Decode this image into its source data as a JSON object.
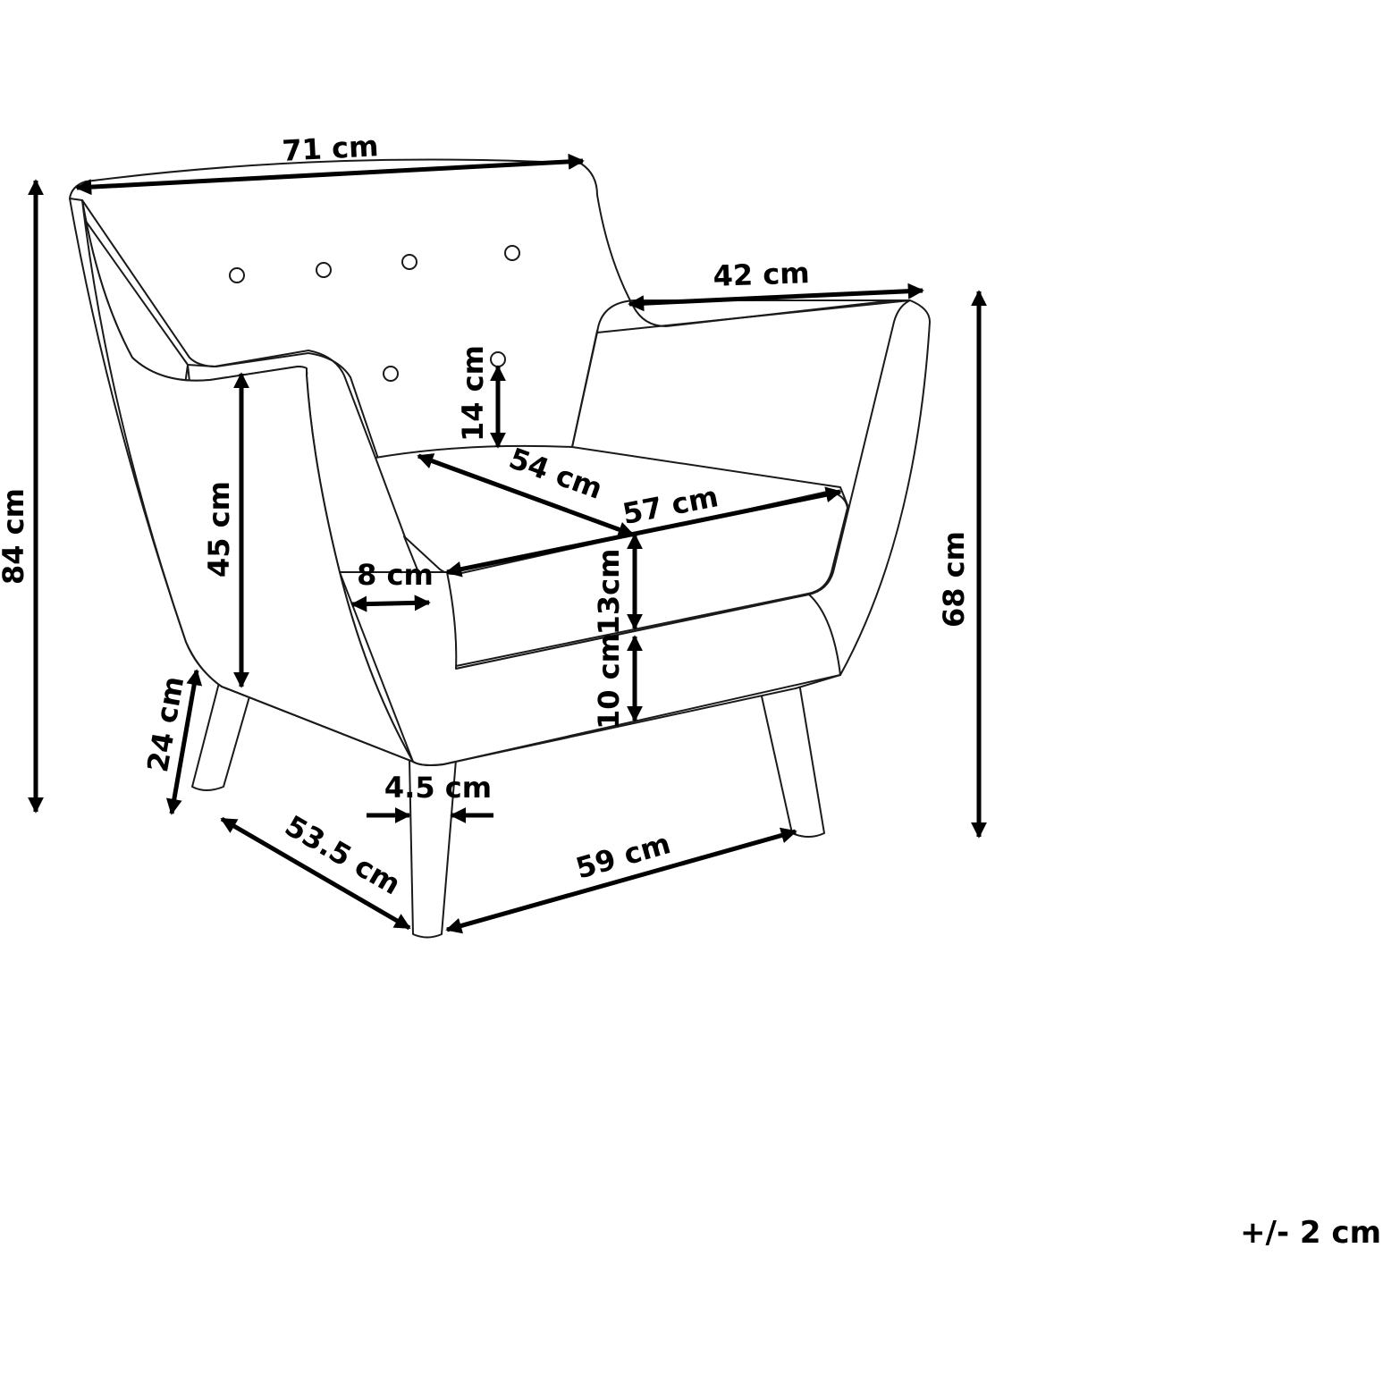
{
  "dimensions": {
    "total_width": "71 cm",
    "total_height": "84 cm",
    "armrest_depth": "42 cm",
    "armrest_height": "68 cm",
    "backrest_above_seat": "14 cm",
    "seat_depth": "54 cm",
    "seat_width": "57 cm",
    "arm_to_floor": "45 cm",
    "arm_thickness": "8 cm",
    "seat_cushion": "13cm",
    "seat_base": "10 cm",
    "leg_height": "24 cm",
    "leg_width": "4.5 cm",
    "base_depth": "53.5 cm",
    "base_width": "59 cm"
  },
  "tolerance": "+/- 2 cm"
}
